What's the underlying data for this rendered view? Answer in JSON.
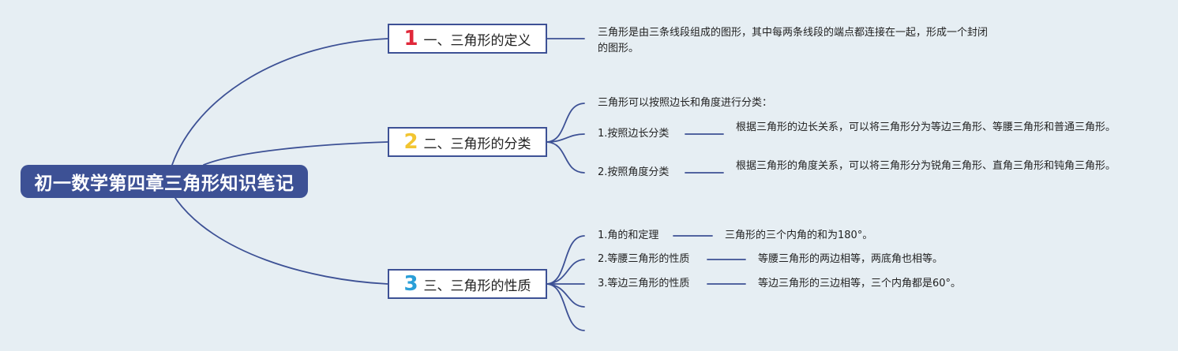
{
  "root": {
    "title": "初一数学第四章三角形知识笔记"
  },
  "branches": [
    {
      "number": "1",
      "number_color": "#e0283a",
      "label": "一、三角形的定义"
    },
    {
      "number": "2",
      "number_color": "#f2c531",
      "label": "二、三角形的分类"
    },
    {
      "number": "3",
      "number_color": "#2a9fd8",
      "label": "三、三角形的性质"
    }
  ],
  "definition": {
    "text": "三角形是由三条线段组成的图形，其中每两条线段的端点都连接在一起，形成一个封闭的图形。"
  },
  "classification": {
    "intro": "三角形可以按照边长和角度进行分类：",
    "items": [
      {
        "label": "1.按照边长分类",
        "detail": "根据三角形的边长关系，可以将三角形分为等边三角形、等腰三角形和普通三角形。"
      },
      {
        "label": "2.按照角度分类",
        "detail": "根据三角形的角度关系，可以将三角形分为锐角三角形、直角三角形和钝角三角形。"
      }
    ]
  },
  "properties": {
    "items": [
      {
        "label": "1.角的和定理",
        "detail": "三角形的三个内角的和为180°。"
      },
      {
        "label": "2.等腰三角形的性质",
        "detail": "等腰三角形的两边相等，两底角也相等。"
      },
      {
        "label": "3.等边三角形的性质",
        "detail": "等边三角形的三边相等，三个内角都是60°。"
      }
    ]
  },
  "colors": {
    "line": "#3d5195",
    "root_bg": "#3d5195",
    "background": "#e6eef3"
  }
}
